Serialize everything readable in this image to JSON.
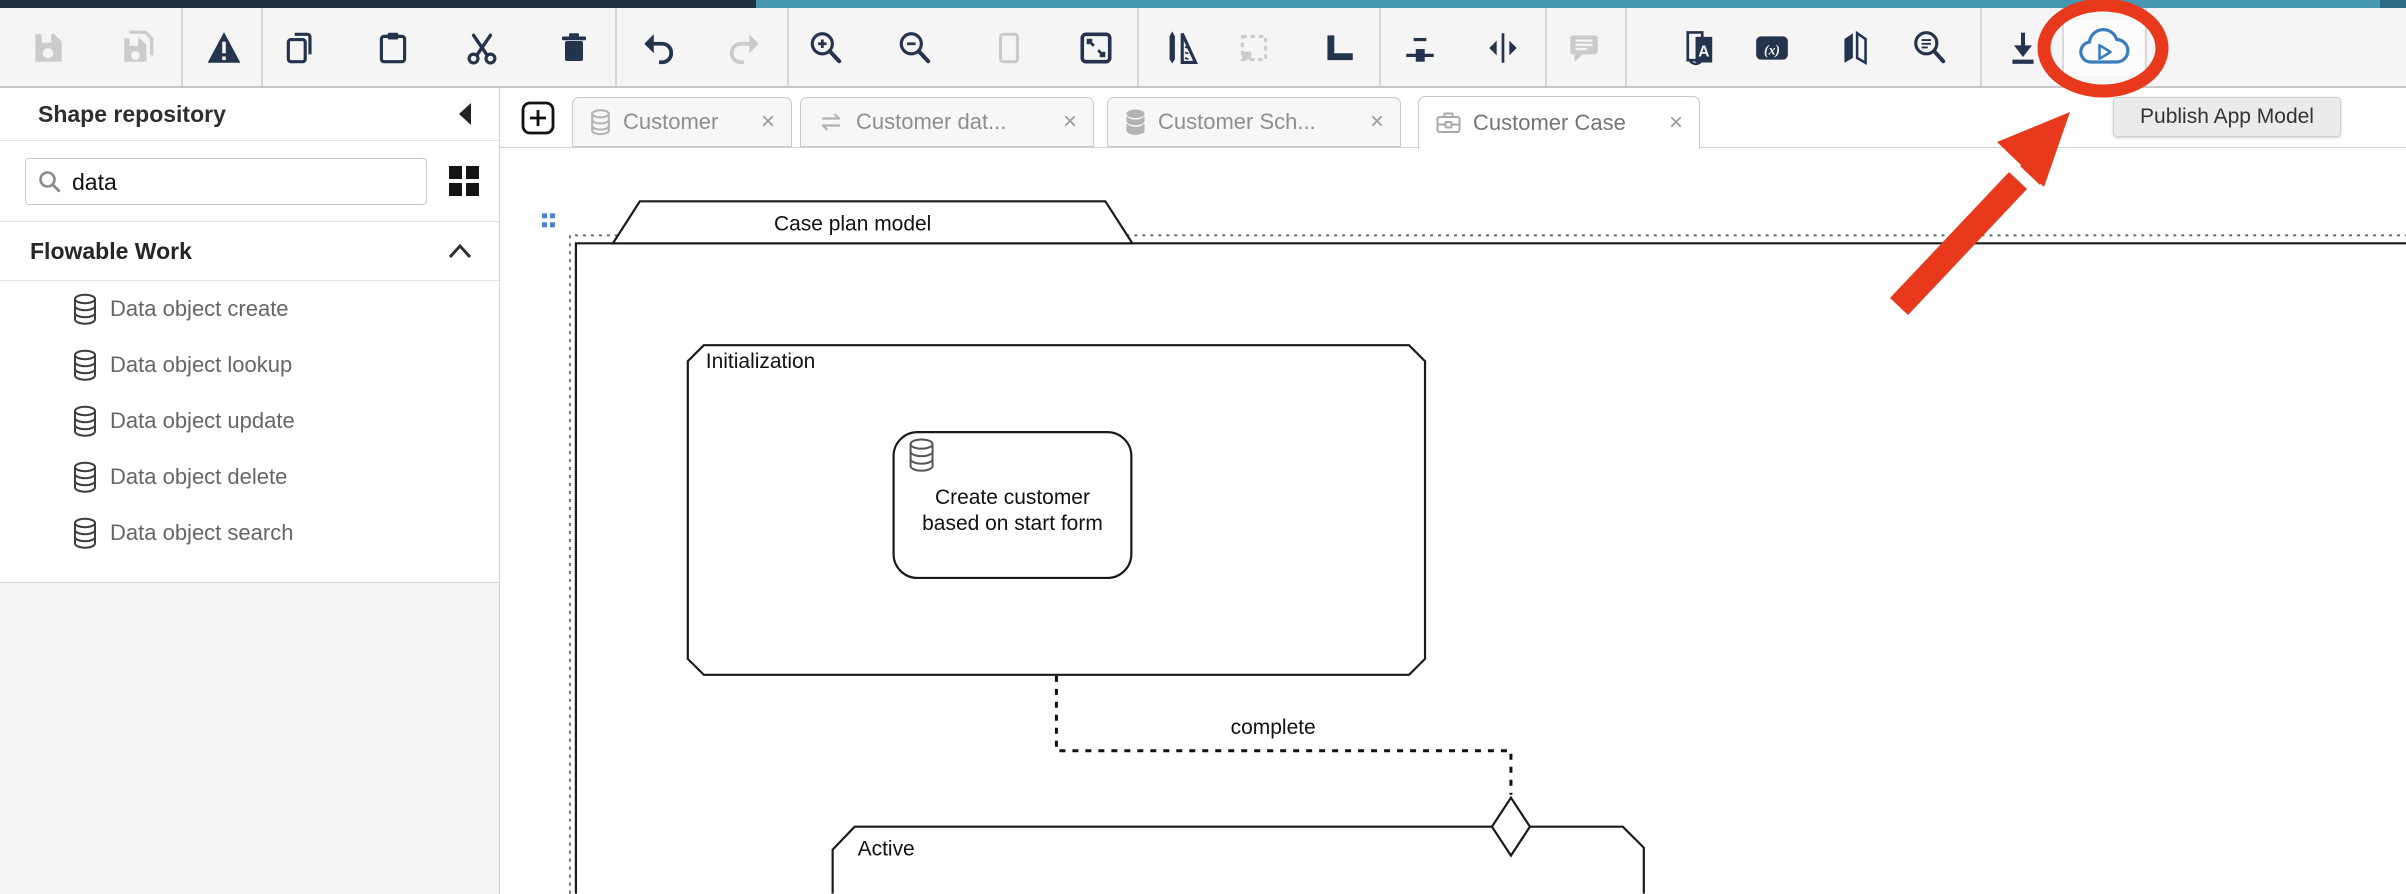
{
  "colors": {
    "strip_navy": "#233044",
    "strip_teal": "#4796b2",
    "strip_teal_dark": "#2d6a84",
    "icon": "#24344d",
    "icon_disabled": "#cbcbcb",
    "publish_blue": "#3a7dbf",
    "annotation_red": "#e8391d"
  },
  "toolbar": {
    "buttons": [
      {
        "name": "save"
      },
      {
        "name": "save-all"
      },
      {
        "name": "validate-model"
      },
      {
        "name": "copy"
      },
      {
        "name": "paste"
      },
      {
        "name": "cut"
      },
      {
        "name": "delete"
      },
      {
        "name": "undo"
      },
      {
        "name": "redo"
      },
      {
        "name": "zoom-in"
      },
      {
        "name": "zoom-out"
      },
      {
        "name": "zoom-actual-size"
      },
      {
        "name": "fit-to-screen"
      },
      {
        "name": "measure-guides"
      },
      {
        "name": "select-region"
      },
      {
        "name": "snap-corner"
      },
      {
        "name": "align-horizontal"
      },
      {
        "name": "distribute-horizontal"
      },
      {
        "name": "comments"
      },
      {
        "name": "translations"
      },
      {
        "name": "expressions"
      },
      {
        "name": "flip-panels"
      },
      {
        "name": "find"
      },
      {
        "name": "download-model"
      },
      {
        "name": "publish-app-model"
      }
    ]
  },
  "tabs": {
    "close_glyph": "×",
    "items": [
      {
        "label": "Customer",
        "icon": "database-outline"
      },
      {
        "label": "Customer dat...",
        "icon": "swap-arrows"
      },
      {
        "label": "Customer Sch...",
        "icon": "database-filled"
      },
      {
        "label": "Customer Case",
        "icon": "case-briefcase",
        "active": true
      }
    ]
  },
  "sidebar": {
    "title": "Shape repository",
    "search": {
      "value": "data"
    },
    "section": {
      "title": "Flowable Work"
    },
    "items": [
      {
        "label": "Data object create",
        "icon": "database"
      },
      {
        "label": "Data object lookup",
        "icon": "database"
      },
      {
        "label": "Data object update",
        "icon": "database"
      },
      {
        "label": "Data object delete",
        "icon": "database"
      },
      {
        "label": "Data object search",
        "icon": "database"
      }
    ]
  },
  "diagram": {
    "case_plan_label": "Case plan model",
    "stage_init_label": "Initialization",
    "task_line1": "Create customer",
    "task_line2": "based on start form",
    "connector_label": "complete",
    "stage_active_label": "Active"
  },
  "tooltip": {
    "text": "Publish App Model"
  }
}
